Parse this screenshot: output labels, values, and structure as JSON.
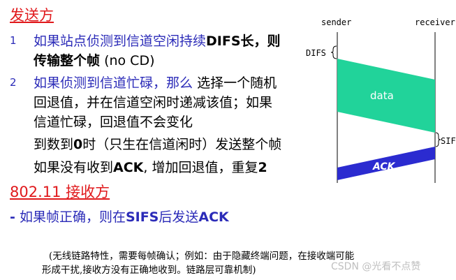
{
  "sender": {
    "heading": "发送方",
    "item1_num": "1",
    "item1_line1_pre": "如果站点侦测到信道空闲持续",
    "item1_line1_bold": "DIFS长，则",
    "item1_line2_bold": "传输整个帧",
    "item1_line2_tail": "(no CD)",
    "item2_num": "2",
    "item2_line1_pre": "如果侦测到信道忙碌，那么",
    "item2_line1_tail": "选择一个随机",
    "item2_line2": "回退值，并在信道空闲时递减该值；如果",
    "item2_line3": "信道忙碌，回退值不会变化",
    "item2_line4_pre": "到数到",
    "item2_line4_bold": "0",
    "item2_line4_tail": "时（只生在信道闲时）发送整个帧",
    "item2_line5_pre": "如果没有收到",
    "item2_line5_bold": "ACK",
    "item2_line5_tail": ", 增加回退值，重复",
    "item2_line5_end": "2"
  },
  "receiver": {
    "heading": "802.11 接收方",
    "dash": "-",
    "line_pre": "如果帧正确，则在",
    "line_sifs": "SIFS",
    "line_mid": "后发送",
    "line_ack": "ACK"
  },
  "note": {
    "line1": "(无线链路特性，需要每帧确认；例如：由于隐藏终端问题，在接收端可能",
    "line2": "形成干扰,接收方没有正确地收到。链路层可靠机制)"
  },
  "diagram": {
    "sender_label": "sender",
    "receiver_label": "receiver",
    "difs_label": "DIFS",
    "sifs_label": "SIF",
    "data_label": "data",
    "ack_label": "ACK",
    "data_color": "#21d39a",
    "ack_color": "#2b2bd0"
  },
  "watermark": "CSDN @光看不点赞"
}
